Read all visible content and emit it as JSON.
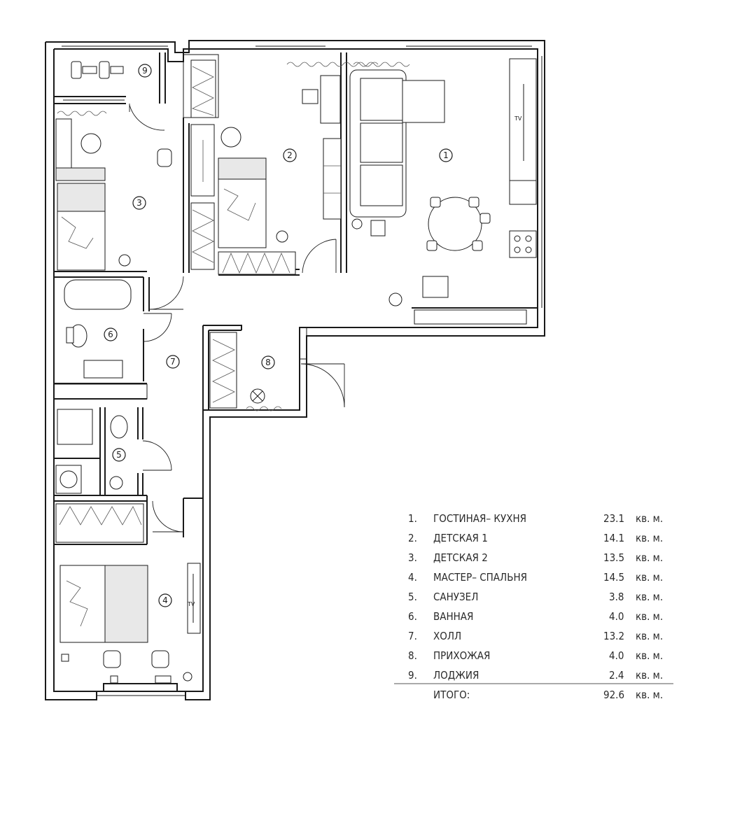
{
  "rooms": [
    {
      "num": "1"
    },
    {
      "num": "2"
    },
    {
      "num": "3"
    },
    {
      "num": "4"
    },
    {
      "num": "5"
    },
    {
      "num": "6"
    },
    {
      "num": "7"
    },
    {
      "num": "8"
    },
    {
      "num": "9"
    }
  ],
  "tv_label": "TV",
  "legend": {
    "unit": "кв. м.",
    "items": [
      {
        "index": "1.",
        "name": "ГОСТИНАЯ– КУХНЯ",
        "area": "23.1"
      },
      {
        "index": "2.",
        "name": "ДЕТСКАЯ 1",
        "area": "14.1"
      },
      {
        "index": "3.",
        "name": "ДЕТСКАЯ 2",
        "area": "13.5"
      },
      {
        "index": "4.",
        "name": "МАСТЕР– СПАЛЬНЯ",
        "area": "14.5"
      },
      {
        "index": "5.",
        "name": "САНУЗЕЛ",
        "area": "3.8"
      },
      {
        "index": "6.",
        "name": "ВАННАЯ",
        "area": "4.0"
      },
      {
        "index": "7.",
        "name": "ХОЛЛ",
        "area": "13.2"
      },
      {
        "index": "8.",
        "name": "ПРИХОЖАЯ",
        "area": "4.0"
      },
      {
        "index": "9.",
        "name": "ЛОДЖИЯ",
        "area": "2.4"
      }
    ],
    "total_label": "ИТОГО:",
    "total_area": "92.6"
  }
}
